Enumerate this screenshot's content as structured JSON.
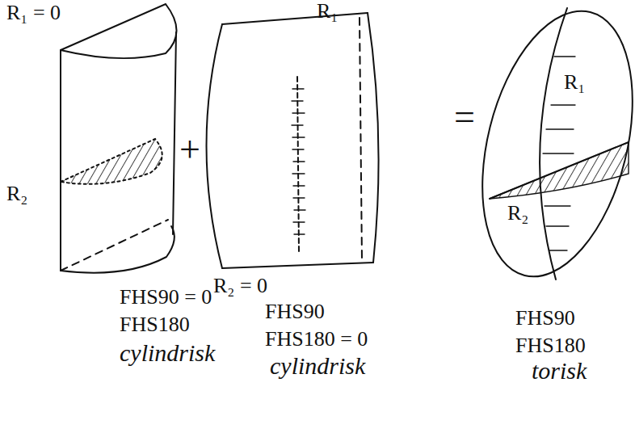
{
  "diagram": {
    "labels": [
      "R₁ = 0",
      "R₂",
      "+",
      "R₁",
      "R₂ = 0",
      "=",
      "R₁",
      "R₂",
      "FHS90 = 0",
      "FHS180",
      "cylindrisk",
      "FHS90",
      "FHS180 = 0",
      "cylindrisk",
      "FHS90",
      "FHS180",
      "torisk"
    ]
  }
}
